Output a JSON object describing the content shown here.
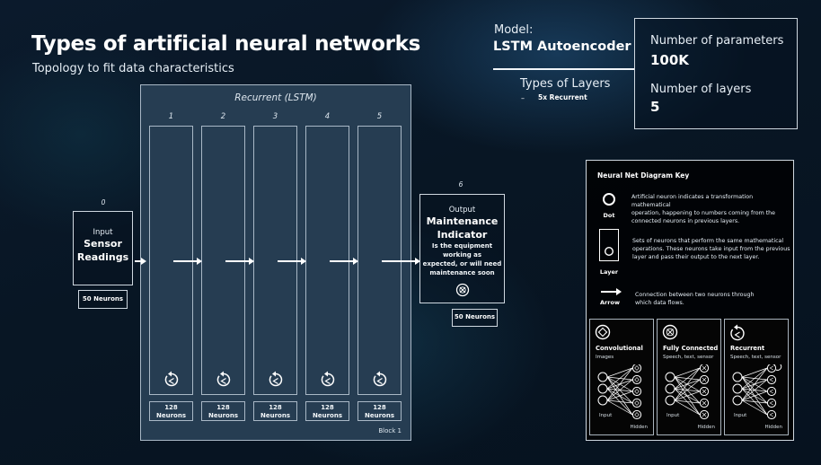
{
  "header": {
    "title": "Types of artificial neural networks",
    "subtitle": "Topology to fit data characteristics"
  },
  "model": {
    "label": "Model:",
    "name": "LSTM Autoencoder",
    "layer_types_heading": "Types of Layers",
    "layer_types": [
      {
        "bullet": "–",
        "text": "5x Recurrent"
      }
    ]
  },
  "stats": {
    "params_label": "Number of parameters",
    "params_value": "100K",
    "layers_label": "Number of layers",
    "layers_value": "5"
  },
  "input": {
    "index": "0",
    "kind": "Input",
    "name_line1": "Sensor",
    "name_line2": "Readings",
    "neurons": "50 Neurons"
  },
  "block": {
    "title": "Recurrent (LSTM)",
    "label": "Block 1",
    "layers": [
      {
        "index": "1",
        "neurons_count": "128",
        "neurons_unit": "Neurons",
        "icon": "recurrent-icon"
      },
      {
        "index": "2",
        "neurons_count": "128",
        "neurons_unit": "Neurons",
        "icon": "recurrent-icon"
      },
      {
        "index": "3",
        "neurons_count": "128",
        "neurons_unit": "Neurons",
        "icon": "recurrent-icon"
      },
      {
        "index": "4",
        "neurons_count": "128",
        "neurons_unit": "Neurons",
        "icon": "recurrent-icon"
      },
      {
        "index": "5",
        "neurons_count": "128",
        "neurons_unit": "Neurons",
        "icon": "recurrent-icon"
      }
    ]
  },
  "output": {
    "index": "6",
    "kind": "Output",
    "name_line1": "Maintenance",
    "name_line2": "Indicator",
    "description_lines": [
      "Is the equipment working as",
      "expected, or  will need",
      "maintenance soon"
    ],
    "icon": "fully-connected-icon",
    "neurons": "50 Neurons"
  },
  "key": {
    "title": "Neural Net Diagram Key",
    "items": [
      {
        "symbol": "dot-icon",
        "label": "Dot",
        "lines": [
          "Artificial neuron indicates a transformation mathematical",
          "operation, happening to numbers coming from the",
          "connected neurons in previous layers."
        ]
      },
      {
        "symbol": "layer-icon",
        "label": "Layer",
        "lines": [
          "Sets of neurons that perform the same mathematical",
          "operations. These neurons take input from the previous",
          "layer and pass their output to the next layer."
        ]
      },
      {
        "symbol": "arrow-icon",
        "label": "Arrow",
        "lines": [
          "Connection between two neurons through",
          "which data flows."
        ]
      }
    ],
    "cards": [
      {
        "title": "Convolutional",
        "subtitle": "Images",
        "input_label": "Input",
        "hidden_label": "Hidden",
        "icon": "convolutional-icon"
      },
      {
        "title": "Fully Connected",
        "subtitle": "Speech, text, sensor",
        "input_label": "Input",
        "hidden_label": "Hidden",
        "icon": "fully-connected-icon"
      },
      {
        "title": "Recurrent",
        "subtitle": "Speech, text, sensor",
        "input_label": "Input",
        "hidden_label": "Hidden",
        "icon": "recurrent-icon"
      }
    ]
  },
  "colors": {
    "background": "#081624",
    "block_fill": "#263d52",
    "border": "#a9b8c6",
    "text": "#ffffff"
  }
}
